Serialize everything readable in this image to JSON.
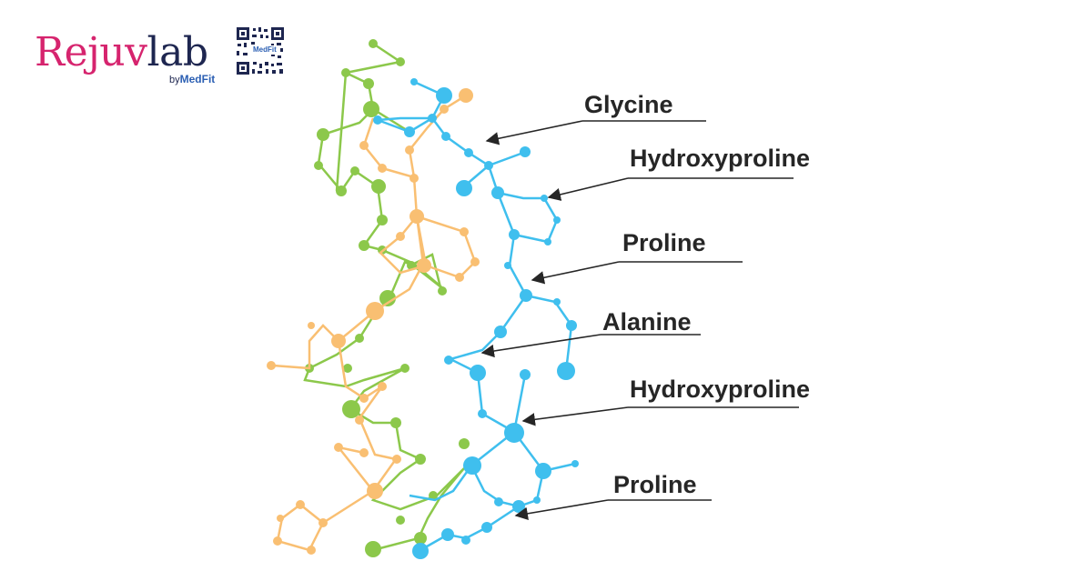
{
  "brand": {
    "name_part1": "Rejuv",
    "name_part2": "lab",
    "by_text": "by",
    "sub_brand": "MedFit",
    "qr_text": "MedFit"
  },
  "colors": {
    "blue": "#3fbfee",
    "green": "#8cc84b",
    "orange": "#f9bf72",
    "label": "#262626",
    "brand_pink": "#d6246e",
    "brand_navy": "#1e2650"
  },
  "labels": [
    {
      "text": "Glycine"
    },
    {
      "text": "Hydroxyproline"
    },
    {
      "text": "Proline"
    },
    {
      "text": "Alanine"
    },
    {
      "text": "Hydroxyproline"
    },
    {
      "text": "Proline"
    }
  ]
}
